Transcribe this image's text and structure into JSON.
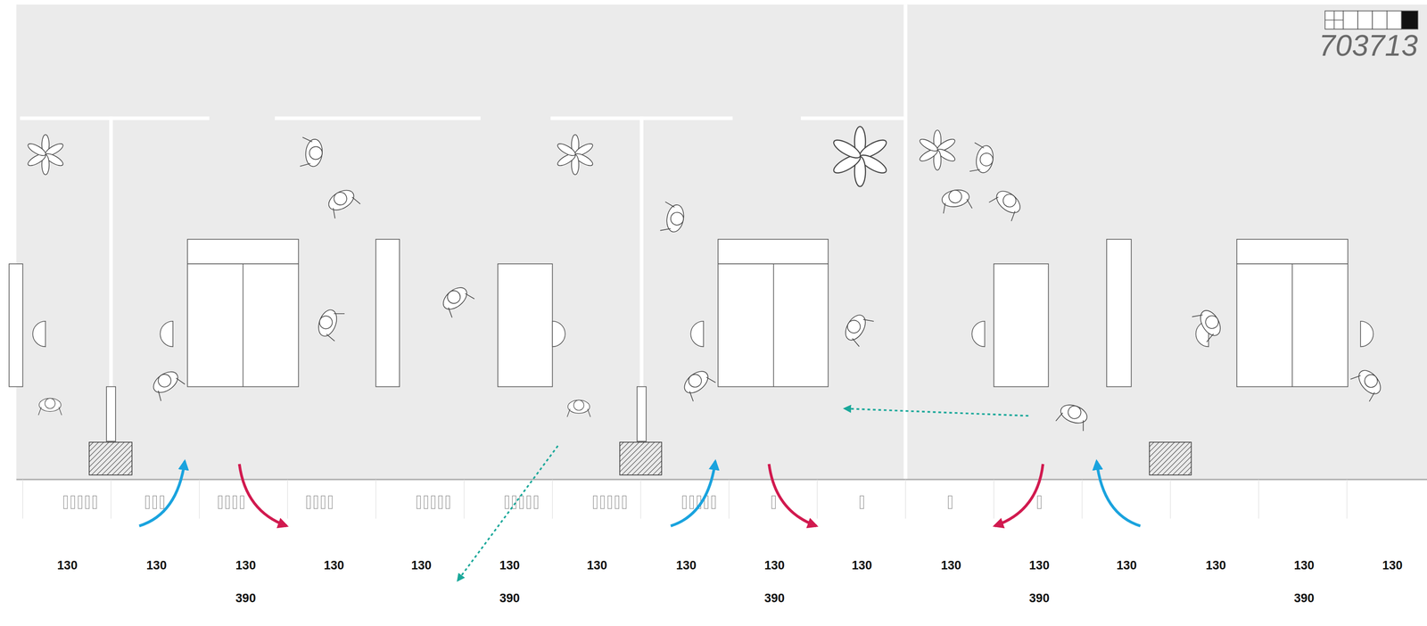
{
  "diagram": {
    "labels": [
      "703713",
      "130",
      "130",
      "130",
      "130",
      "130",
      "130",
      "130",
      "130",
      "130",
      "130",
      "130",
      "130",
      "130",
      "130",
      "130",
      "130",
      "390",
      "390",
      "390",
      "390",
      "390"
    ]
  }
}
